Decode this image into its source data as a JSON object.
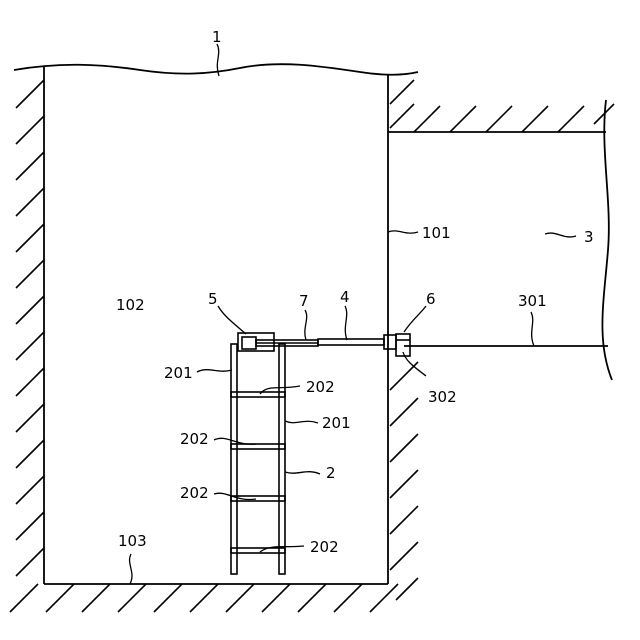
{
  "labels": {
    "l1": "1",
    "l101": "101",
    "l102": "102",
    "l103": "103",
    "l2": "2",
    "l201_left": "201",
    "l201_right": "201",
    "l202_a": "202",
    "l202_b": "202",
    "l202_c": "202",
    "l202_d": "202",
    "l3": "3",
    "l301": "301",
    "l302": "302",
    "l4": "4",
    "l5": "5",
    "l6": "6",
    "l7": "7"
  }
}
